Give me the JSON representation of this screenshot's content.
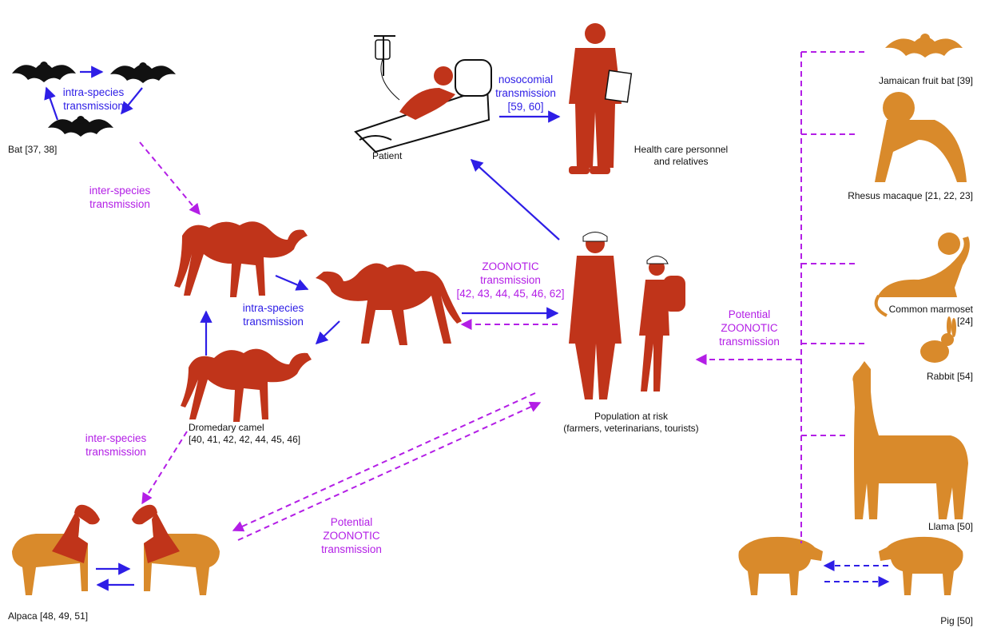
{
  "colors": {
    "camel_red": "#c0341a",
    "animal_orange": "#d98a2b",
    "bat_black": "#111111",
    "direct_arrow_blue": "#2e1ee6",
    "potential_arrow_purple": "#b31ee6"
  },
  "labels": {
    "bat": "Bat [37, 38]",
    "bat_intra_1": "intra-species",
    "bat_intra_2": "transmission",
    "inter_1_line1": "inter-species",
    "inter_1_line2": "transmission",
    "camel_intra_1": "intra-species",
    "camel_intra_2": "transmission",
    "camel_1": "Dromedary camel",
    "camel_2": "[40, 41, 42, 42, 44, 45, 46]",
    "inter_2_line1": "inter-species",
    "inter_2_line2": "transmission",
    "alpaca": "Alpaca [48, 49, 51]",
    "patient": "Patient",
    "noso_1": "nosocomial",
    "noso_2": "transmission",
    "noso_3": "[59, 60]",
    "hcp_1": "Health care personnel",
    "hcp_2": "and relatives",
    "zoo_1": "ZOONOTIC",
    "zoo_2": "transmission",
    "zoo_3": "[42, 43, 44, 45, 46, 62]",
    "pop_1": "Population at risk",
    "pop_2": "(farmers, veterinarians, tourists)",
    "pot_left_1": "Potential",
    "pot_left_2": "ZOONOTIC",
    "pot_left_3": "transmission",
    "pot_right_1": "Potential",
    "pot_right_2": "ZOONOTIC",
    "pot_right_3": "transmission",
    "jamaican_bat": "Jamaican fruit bat [39]",
    "rhesus": "Rhesus macaque [21, 22, 23]",
    "marmoset_1": "Common marmoset",
    "marmoset_2": "[24]",
    "rabbit": "Rabbit [54]",
    "llama": "Llama [50]",
    "pig": "Pig [50]"
  }
}
